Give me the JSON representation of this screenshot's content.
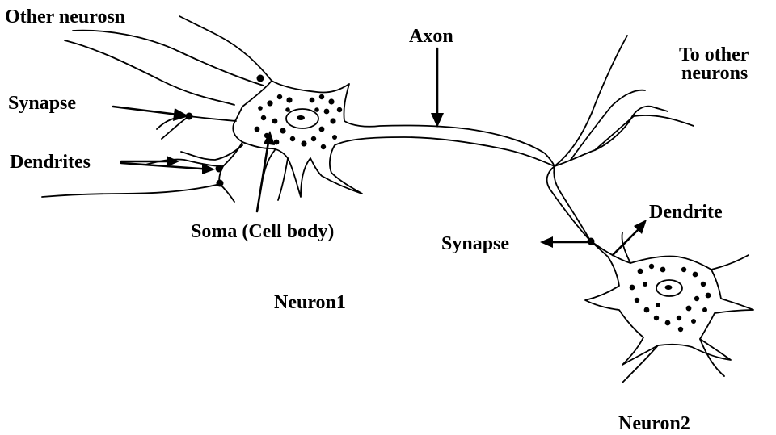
{
  "labels": {
    "other_neurons": "Other neurosn",
    "axon": "Axon",
    "to_other_line1": "To other",
    "to_other_line2": "neurons",
    "synapse_left": "Synapse",
    "dendrites": "Dendrites",
    "soma": "Soma (Cell body)",
    "neuron1": "Neuron1",
    "synapse_right": "Synapse",
    "dendrite": "Dendrite",
    "neuron2": "Neuron2"
  }
}
